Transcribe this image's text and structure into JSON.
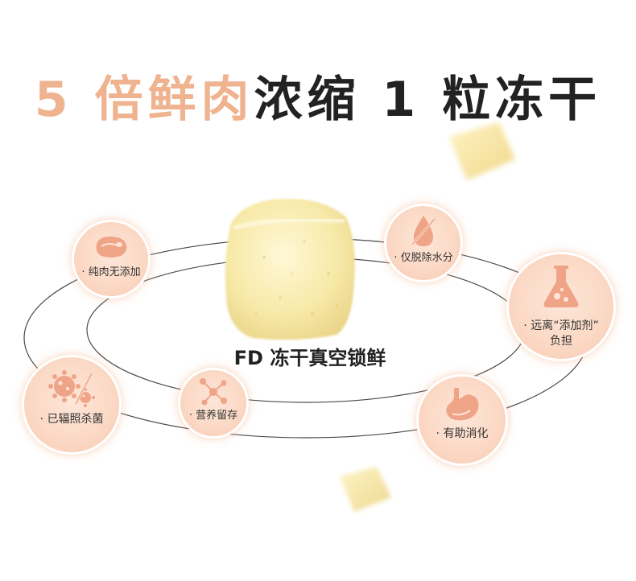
{
  "headline": {
    "part1": "5 倍鲜肉",
    "part2": "浓缩 1 粒冻干"
  },
  "center_label": "FD 冻干真空锁鲜",
  "badges": {
    "pure_meat": "· 纯肉无添加",
    "water_removal": "· 仅脱除水分",
    "no_additives_line1": "· 远离“添加剂”",
    "no_additives_line2": "负担",
    "sterilization": "· 已辐照杀菌",
    "nutrition": "· 营养留存",
    "digestion": "· 有助消化"
  },
  "colors": {
    "accent": "#efb390",
    "badge_icon": "#f0a487",
    "text_dark": "#222222"
  },
  "icons": {
    "pure_meat": "meat-steak-icon",
    "water_removal": "water-drop-crossed-icon",
    "no_additives": "flask-icon",
    "sterilization": "bacteria-crossed-icon",
    "nutrition": "molecule-icon",
    "digestion": "stomach-icon"
  }
}
